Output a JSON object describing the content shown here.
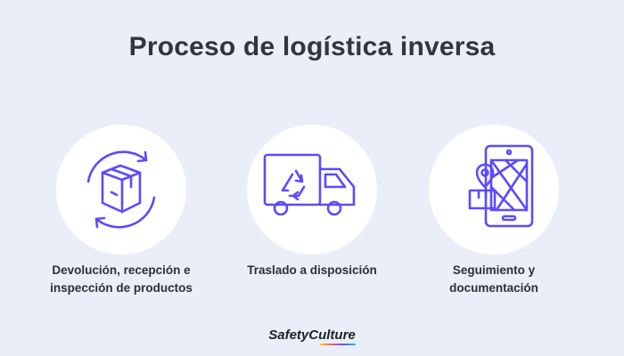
{
  "title": "Proceso de logística inversa",
  "steps": [
    {
      "label_line1": "Devolución, recepción e",
      "label_line2": "inspección de productos",
      "icon": "box-cycle-icon"
    },
    {
      "label_line1": "Traslado a disposición",
      "label_line2": "",
      "icon": "recycle-truck-icon"
    },
    {
      "label_line1": "Seguimiento y",
      "label_line2": "documentación",
      "icon": "phone-map-tracking-icon"
    }
  ],
  "colors": {
    "accent": "#5a4bff",
    "background": "#e9eef8",
    "circle": "#ffffff",
    "text": "#2f3640"
  },
  "logo": {
    "part1": "Safety",
    "part2": "Culture"
  }
}
